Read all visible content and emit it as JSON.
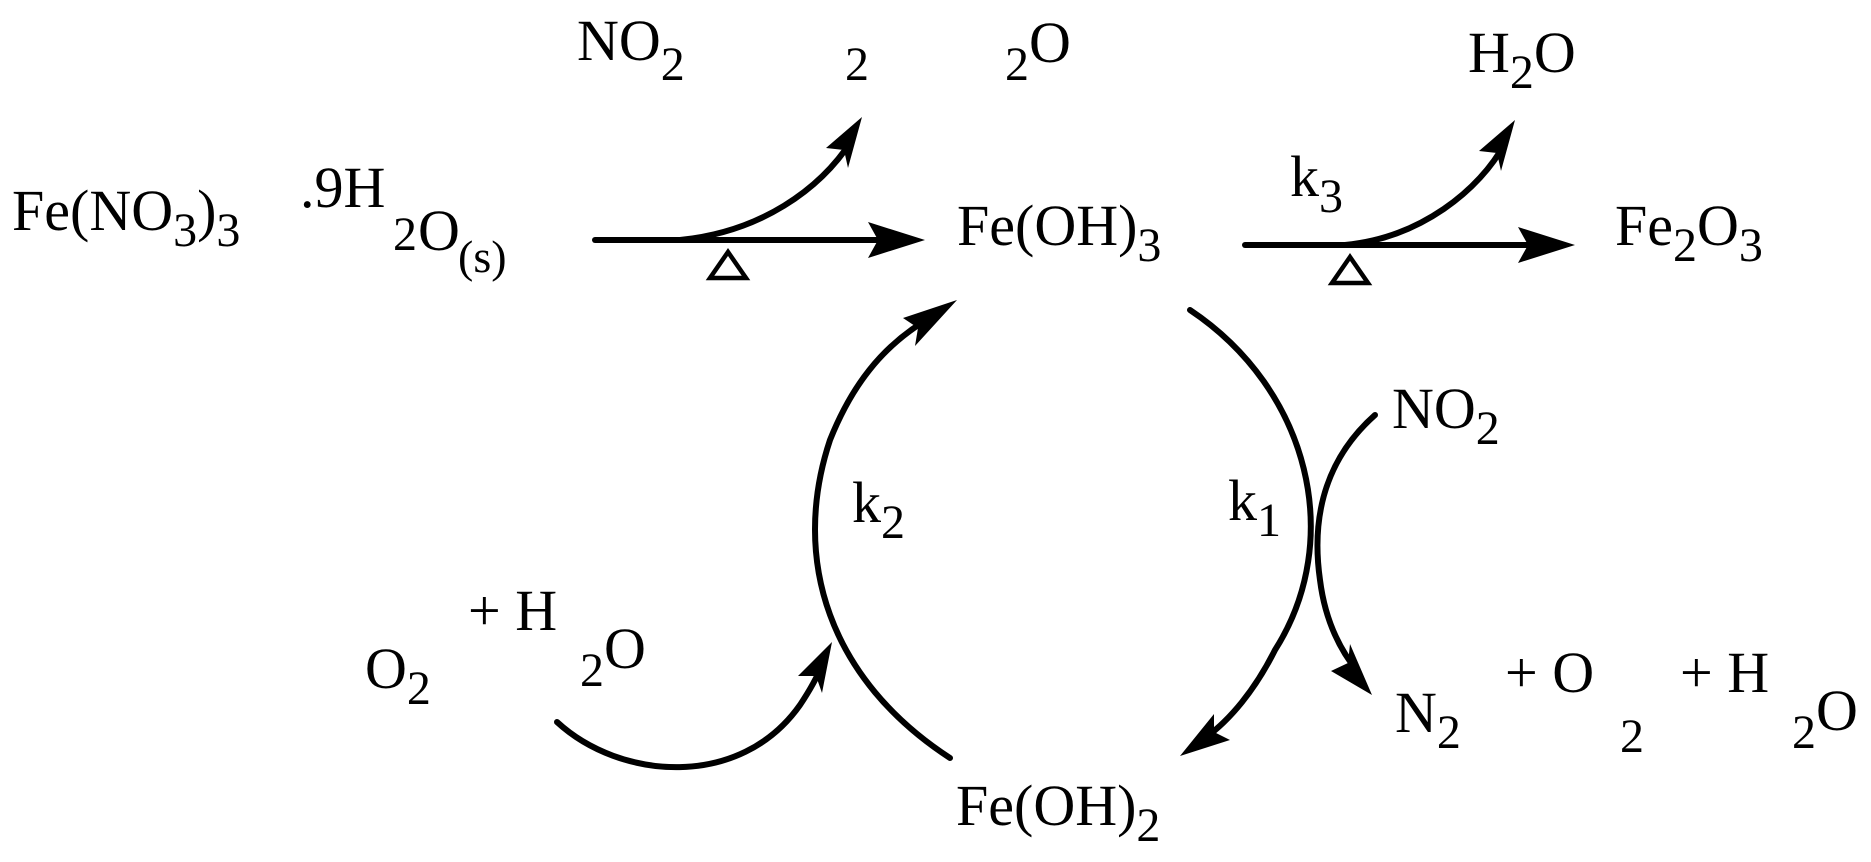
{
  "species": {
    "reactant": {
      "base": "Fe(NO",
      "sub1": "3",
      "mid": ")",
      "sub2": "3",
      "hydrate": ".9H",
      "sub3": "2",
      "tail": "O",
      "state": "(s)"
    },
    "fe_oh_3": {
      "base": "Fe(OH)",
      "sub": "3"
    },
    "fe2o3": {
      "a": "Fe",
      "sub1": "2",
      "b": "O",
      "sub2": "3"
    },
    "fe_oh_2": {
      "base": "Fe(OH)",
      "sub": "2"
    },
    "top_no2": {
      "base": "NO",
      "sub": "2"
    },
    "top_frag_2": "2",
    "top_frag_2o": {
      "sub": "2",
      "base": "O"
    },
    "top_h2o": {
      "a": "H",
      "sub": "2",
      "b": "O"
    },
    "right_no2": {
      "base": "NO",
      "sub": "2"
    },
    "left_o2": {
      "base": "O",
      "sub": "2"
    },
    "left_plus_h": "+ H",
    "left_2o": {
      "sub": "2",
      "base": "O"
    },
    "right_n2": {
      "base": "N",
      "sub": "2"
    },
    "right_plus_o": "+ O",
    "right_o_sub": "2",
    "right_plus_h": "+ H",
    "right_2o": {
      "sub": "2",
      "base": "O"
    }
  },
  "rate_constants": {
    "k1": {
      "base": "k",
      "sub": "1"
    },
    "k2": {
      "base": "k",
      "sub": "2"
    },
    "k3": {
      "base": "k",
      "sub": "3"
    }
  }
}
